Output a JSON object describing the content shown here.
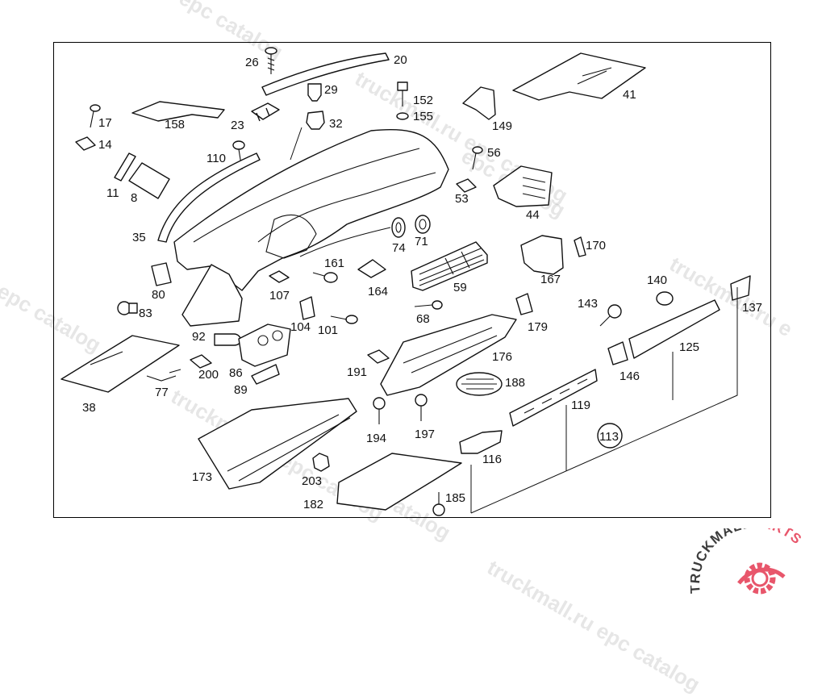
{
  "watermarks": [
    "epc catalog",
    "truckmall.ru epc catalog",
    "epc catalog",
    "truckmall.ru e",
    "l epc catalog",
    "truckmall.ru epc catalog",
    "epc catalog",
    "truckmall.ru epc catalog",
    "truckm"
  ],
  "logo": {
    "word1": "TRUCKMALL",
    "word2": "PARTS",
    "color_dark": "#3c3c3c",
    "color_accent": "#e8566b"
  },
  "callouts": {
    "c26": "26",
    "c20": "20",
    "c29": "29",
    "c152": "152",
    "c155": "155",
    "c41": "41",
    "c17": "17",
    "c158": "158",
    "c23": "23",
    "c32": "32",
    "c149": "149",
    "c14": "14",
    "c110": "110",
    "c56": "56",
    "c11": "11",
    "c8": "8",
    "c53": "53",
    "c44": "44",
    "c35": "35",
    "c74": "74",
    "c71": "71",
    "c170": "170",
    "c161": "161",
    "c167": "167",
    "c80": "80",
    "c107": "107",
    "c164": "164",
    "c59": "59",
    "c140": "140",
    "c83": "83",
    "c143": "143",
    "c137": "137",
    "c68": "68",
    "c179": "179",
    "c104": "104",
    "c101": "101",
    "c92": "92",
    "c125": "125",
    "c176": "176",
    "c146": "146",
    "c200": "200",
    "c86": "86",
    "c191": "191",
    "c188": "188",
    "c77": "77",
    "c89": "89",
    "c119": "119",
    "c38": "38",
    "c113": "113",
    "c194": "194",
    "c197": "197",
    "c116": "116",
    "c173": "173",
    "c203": "203",
    "c185": "185",
    "c182": "182"
  }
}
